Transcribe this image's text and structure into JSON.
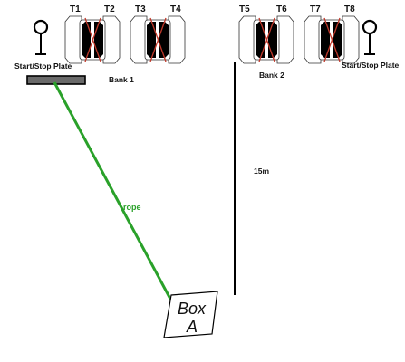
{
  "targets": {
    "t1": "T1",
    "t2": "T2",
    "t3": "T3",
    "t4": "T4",
    "t5": "T5",
    "t6": "T6",
    "t7": "T7",
    "t8": "T8"
  },
  "labels": {
    "start_stop_left": "Start/Stop Plate",
    "start_stop_right": "Start/Stop Plate",
    "bank1": "Bank 1",
    "bank2": "Bank 2",
    "distance": "15m",
    "rope": "rope",
    "box_line1": "Box",
    "box_line2": "A"
  },
  "colors": {
    "rope": "#2aa12a",
    "no_shoot_x": "#c0392b",
    "target_fill": "#000000",
    "plate": "#666666"
  }
}
